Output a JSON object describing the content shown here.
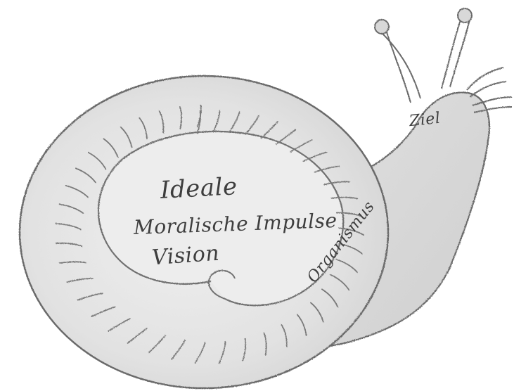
{
  "drawing": {
    "inner_words": [
      "Ideale",
      "Moralische Impulse",
      "Vision"
    ],
    "head_label": "Ziel",
    "body_label": "Organismus"
  },
  "colors": {
    "paper": "#ffffff",
    "shell_fill": "#e4e4e4",
    "inner_fill": "#ececec",
    "pencil": "#6a6a6a",
    "dark_pencil": "#3e3e3e"
  }
}
